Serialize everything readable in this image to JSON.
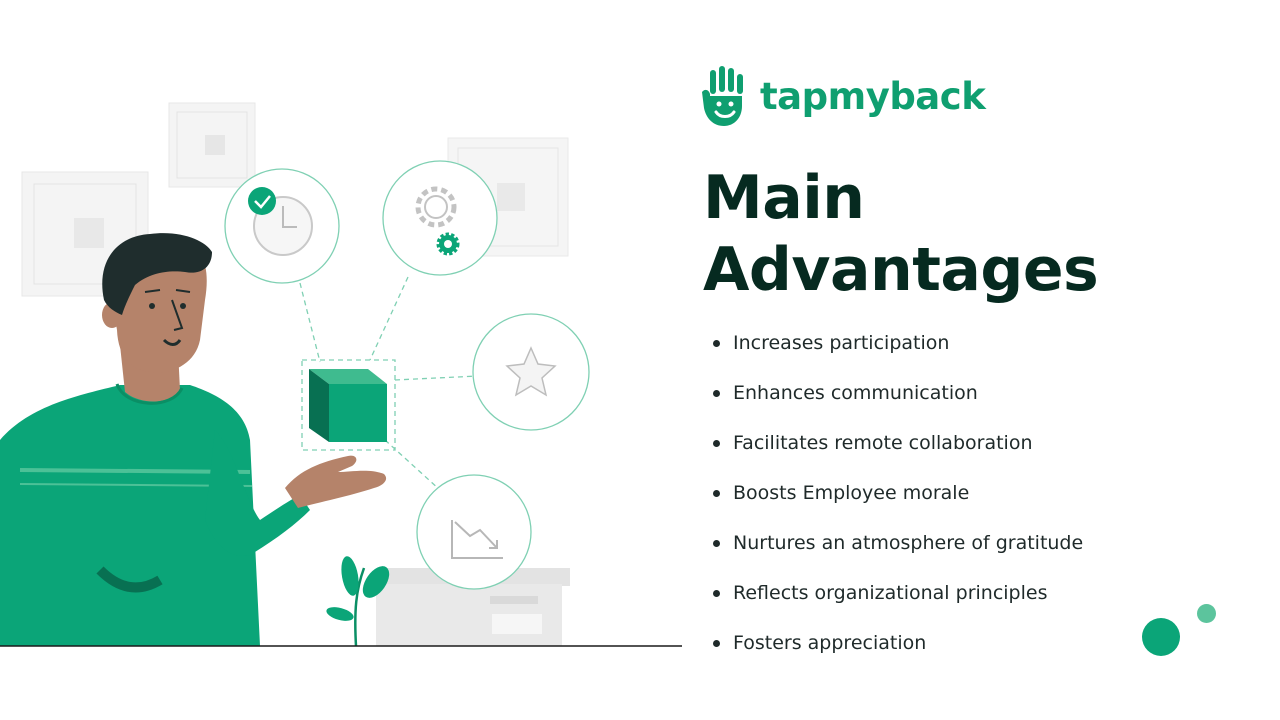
{
  "brand": {
    "name": "tapmyback",
    "logo_icon": "waving-hand-icon"
  },
  "title_lines": [
    "Main",
    "Advantages"
  ],
  "bullets": [
    "Increases participation",
    "Enhances communication",
    "Facilitates remote collaboration",
    "Boosts Employee morale",
    "Nurtures an atmosphere of gratitude",
    "Reflects organizational principles",
    "Fosters appreciation"
  ],
  "illustration_icons": [
    "clock-icon",
    "gear-icon",
    "star-icon",
    "trend-down-chart-icon",
    "cube-icon"
  ],
  "colors": {
    "brand_green": "#0f9f70",
    "shirt_green": "#0ba578",
    "light_green": "#5cc49d",
    "title_dark": "#062a20",
    "text": "#1f2a2a",
    "skin": "#b5836a",
    "hair": "#1f2d2d",
    "pale_gray": "#f1f1f1"
  }
}
